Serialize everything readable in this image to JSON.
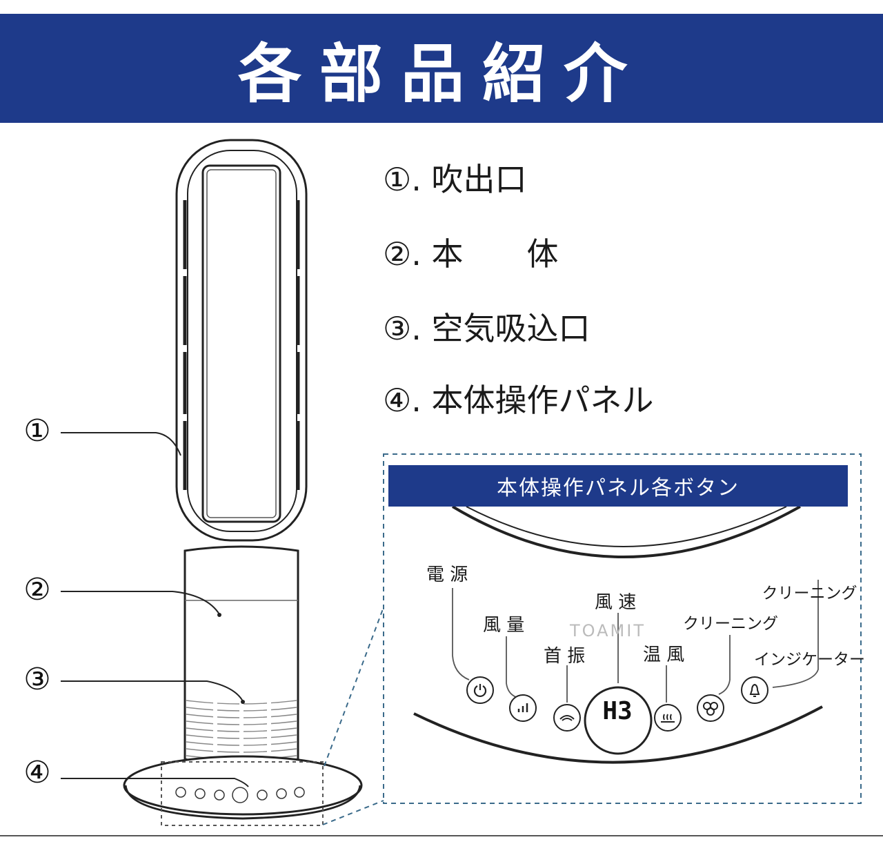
{
  "header": {
    "title": "各部品紹介",
    "band_color": "#1e3a8a"
  },
  "legend": {
    "item1": "①. 吹出口",
    "item2": "②. 本　　体",
    "item3": "③. 空気吸込口",
    "item4": "④. 本体操作パネル"
  },
  "callouts": {
    "c1": "①",
    "c2": "②",
    "c3": "③",
    "c4": "④"
  },
  "panel": {
    "title": "本体操作パネル各ボタン",
    "brand": "TOAMIT",
    "display": "H3",
    "labels": {
      "power": "電 源",
      "volume": "風 量",
      "speed": "風 速",
      "swing": "首 振",
      "warm": "温 風",
      "clean": "クリーニング",
      "indicator_line1": "クリーニング",
      "indicator_line2": "インジケーター"
    },
    "icons": [
      "power-icon",
      "fan-volume-icon",
      "swing-icon",
      "warm-air-icon",
      "cleaning-icon",
      "indicator-bell-icon"
    ]
  }
}
